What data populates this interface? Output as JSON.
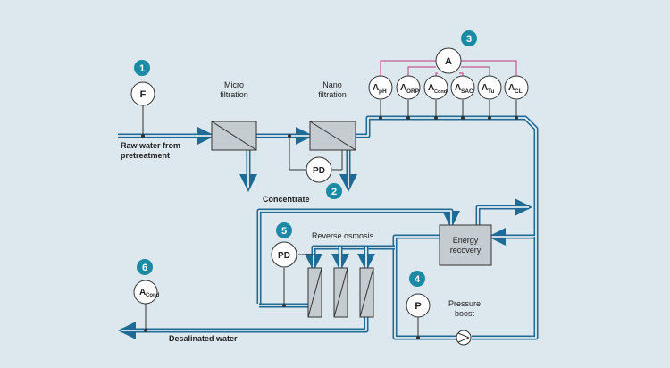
{
  "labels": {
    "micro": [
      "Micro",
      "filtration"
    ],
    "nano": [
      "Nano",
      "filtration"
    ],
    "raw_water": [
      "Raw water from",
      "pretreatment"
    ],
    "concentrate": "Concentrate",
    "reverse_osmosis": "Reverse osmosis",
    "energy_recovery": [
      "Energy",
      "recovery"
    ],
    "pressure_boost": [
      "Pressure",
      "boost"
    ],
    "desalinated": "Desalinated water"
  },
  "instruments": {
    "flow": "F",
    "pd1": "PD",
    "pd2": "PD",
    "pressure": "P",
    "analyzer_hub": "A",
    "cond_out": {
      "main": "A",
      "sub": "Cond"
    },
    "analyzers": [
      {
        "main": "A",
        "sub": "pH"
      },
      {
        "main": "A",
        "sub": "ORP"
      },
      {
        "main": "A",
        "sub": "Cond"
      },
      {
        "main": "A",
        "sub": "SAC"
      },
      {
        "main": "A",
        "sub": "Tu"
      },
      {
        "main": "A",
        "sub": "CL"
      }
    ]
  },
  "markers": [
    "1",
    "2",
    "3",
    "4",
    "5",
    "6"
  ],
  "colors": {
    "background": "#dde7ee",
    "pipe": "#1f6b96",
    "pipe_fill": "#ffffff",
    "marker": "#1a8aa5",
    "signal_line": "#c0397a",
    "unit_fill": "#c4ccd2"
  }
}
